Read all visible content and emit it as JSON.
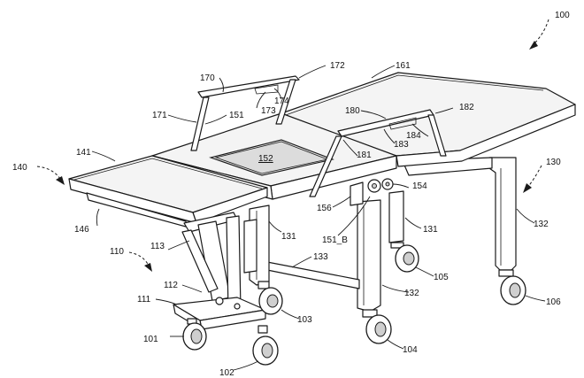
{
  "figure": {
    "assembly_ref": "100",
    "labels": [
      {
        "id": "100",
        "text": "100"
      },
      {
        "id": "101",
        "text": "101"
      },
      {
        "id": "102",
        "text": "102"
      },
      {
        "id": "103",
        "text": "103"
      },
      {
        "id": "104",
        "text": "104"
      },
      {
        "id": "105",
        "text": "105"
      },
      {
        "id": "106",
        "text": "106"
      },
      {
        "id": "110",
        "text": "110"
      },
      {
        "id": "111",
        "text": "111"
      },
      {
        "id": "112",
        "text": "112"
      },
      {
        "id": "113",
        "text": "113"
      },
      {
        "id": "130",
        "text": "130"
      },
      {
        "id": "131a",
        "text": "131"
      },
      {
        "id": "131b",
        "text": "131"
      },
      {
        "id": "132a",
        "text": "132"
      },
      {
        "id": "132b",
        "text": "132"
      },
      {
        "id": "133",
        "text": "133"
      },
      {
        "id": "140",
        "text": "140"
      },
      {
        "id": "141",
        "text": "141"
      },
      {
        "id": "146",
        "text": "146"
      },
      {
        "id": "151",
        "text": "151"
      },
      {
        "id": "151B",
        "text": "151_B"
      },
      {
        "id": "152",
        "text": "152"
      },
      {
        "id": "154",
        "text": "154"
      },
      {
        "id": "156",
        "text": "156"
      },
      {
        "id": "161",
        "text": "161"
      },
      {
        "id": "170",
        "text": "170"
      },
      {
        "id": "171",
        "text": "171"
      },
      {
        "id": "172",
        "text": "172"
      },
      {
        "id": "173",
        "text": "173"
      },
      {
        "id": "174",
        "text": "174"
      },
      {
        "id": "180",
        "text": "180"
      },
      {
        "id": "181",
        "text": "181"
      },
      {
        "id": "182",
        "text": "182"
      },
      {
        "id": "183",
        "text": "183"
      },
      {
        "id": "184",
        "text": "184"
      }
    ]
  }
}
